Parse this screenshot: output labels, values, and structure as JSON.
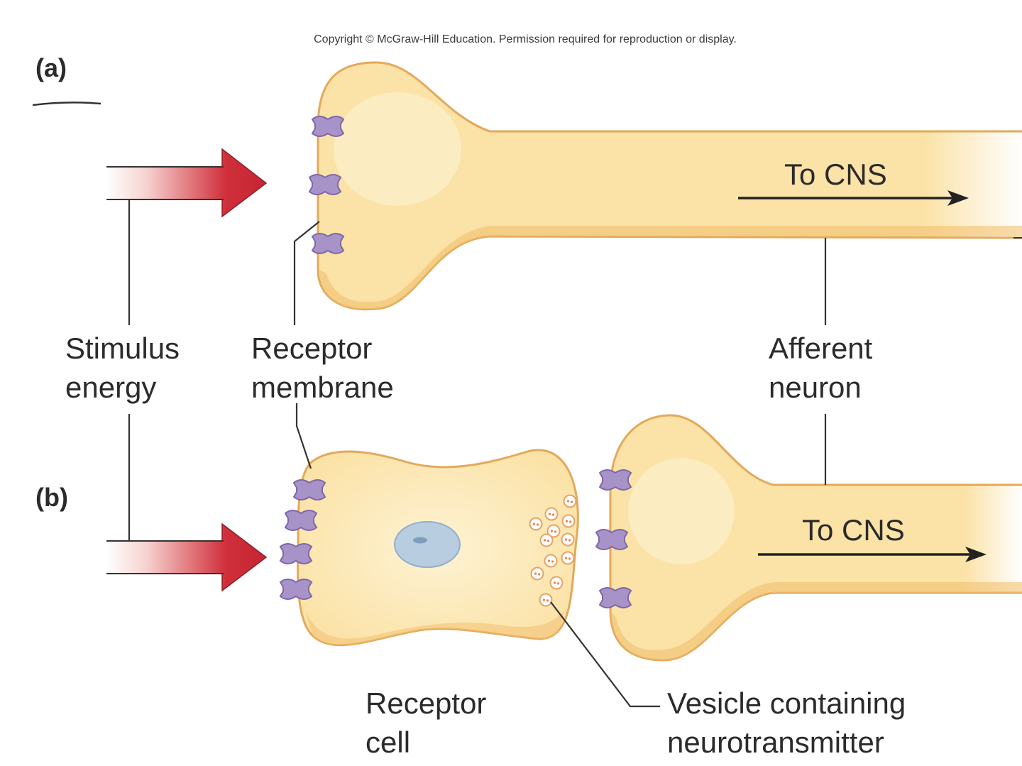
{
  "copyright": "Copyright © McGraw-Hill Education. Permission required for reproduction or display.",
  "panels": {
    "a": "(a)",
    "b": "(b)"
  },
  "labels": {
    "stimulus": [
      "Stimulus",
      "energy"
    ],
    "receptor_membrane": [
      "Receptor",
      "membrane"
    ],
    "afferent_neuron": [
      "Afferent",
      "neuron"
    ],
    "receptor_cell": [
      "Receptor",
      "cell"
    ],
    "vesicle": [
      "Vesicle containing",
      "neurotransmitter"
    ]
  },
  "to_cns_a": "To CNS",
  "to_cns_b": "To CNS",
  "colors": {
    "neuron_fill": "#fbe2a6",
    "neuron_highlight": "#fef3d4",
    "neuron_edge": "#e3a95b",
    "channel": "#a893c9",
    "channel_edge": "#7e68a8",
    "arrow": "#cf2f3a",
    "nucleus": "#b8cde0"
  }
}
